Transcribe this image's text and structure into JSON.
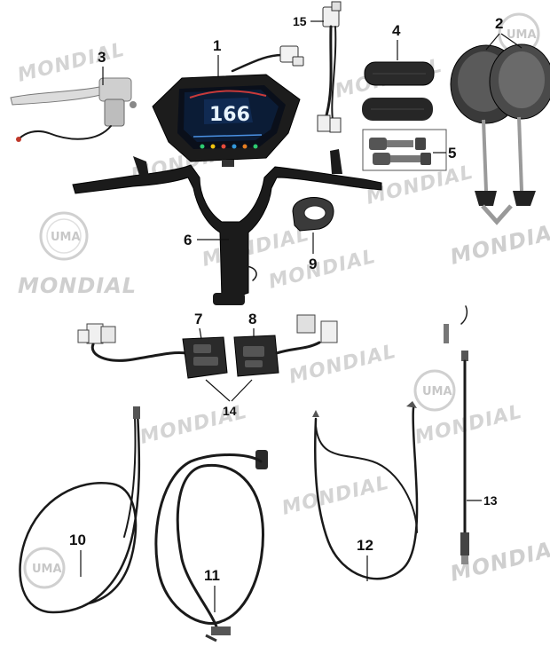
{
  "brand": {
    "watermark_text": "MONDIAL",
    "logo_text": "UMA"
  },
  "dashboard_display": {
    "speed": "166"
  },
  "callouts": [
    {
      "id": "1",
      "label": "1"
    },
    {
      "id": "2",
      "label": "2"
    },
    {
      "id": "3",
      "label": "3"
    },
    {
      "id": "4",
      "label": "4"
    },
    {
      "id": "5",
      "label": "5"
    },
    {
      "id": "6",
      "label": "6"
    },
    {
      "id": "7",
      "label": "7"
    },
    {
      "id": "8",
      "label": "8"
    },
    {
      "id": "9",
      "label": "9"
    },
    {
      "id": "10",
      "label": "10"
    },
    {
      "id": "11",
      "label": "11"
    },
    {
      "id": "12",
      "label": "12"
    },
    {
      "id": "13",
      "label": "13"
    },
    {
      "id": "14",
      "label": "14"
    },
    {
      "id": "15",
      "label": "15"
    }
  ]
}
